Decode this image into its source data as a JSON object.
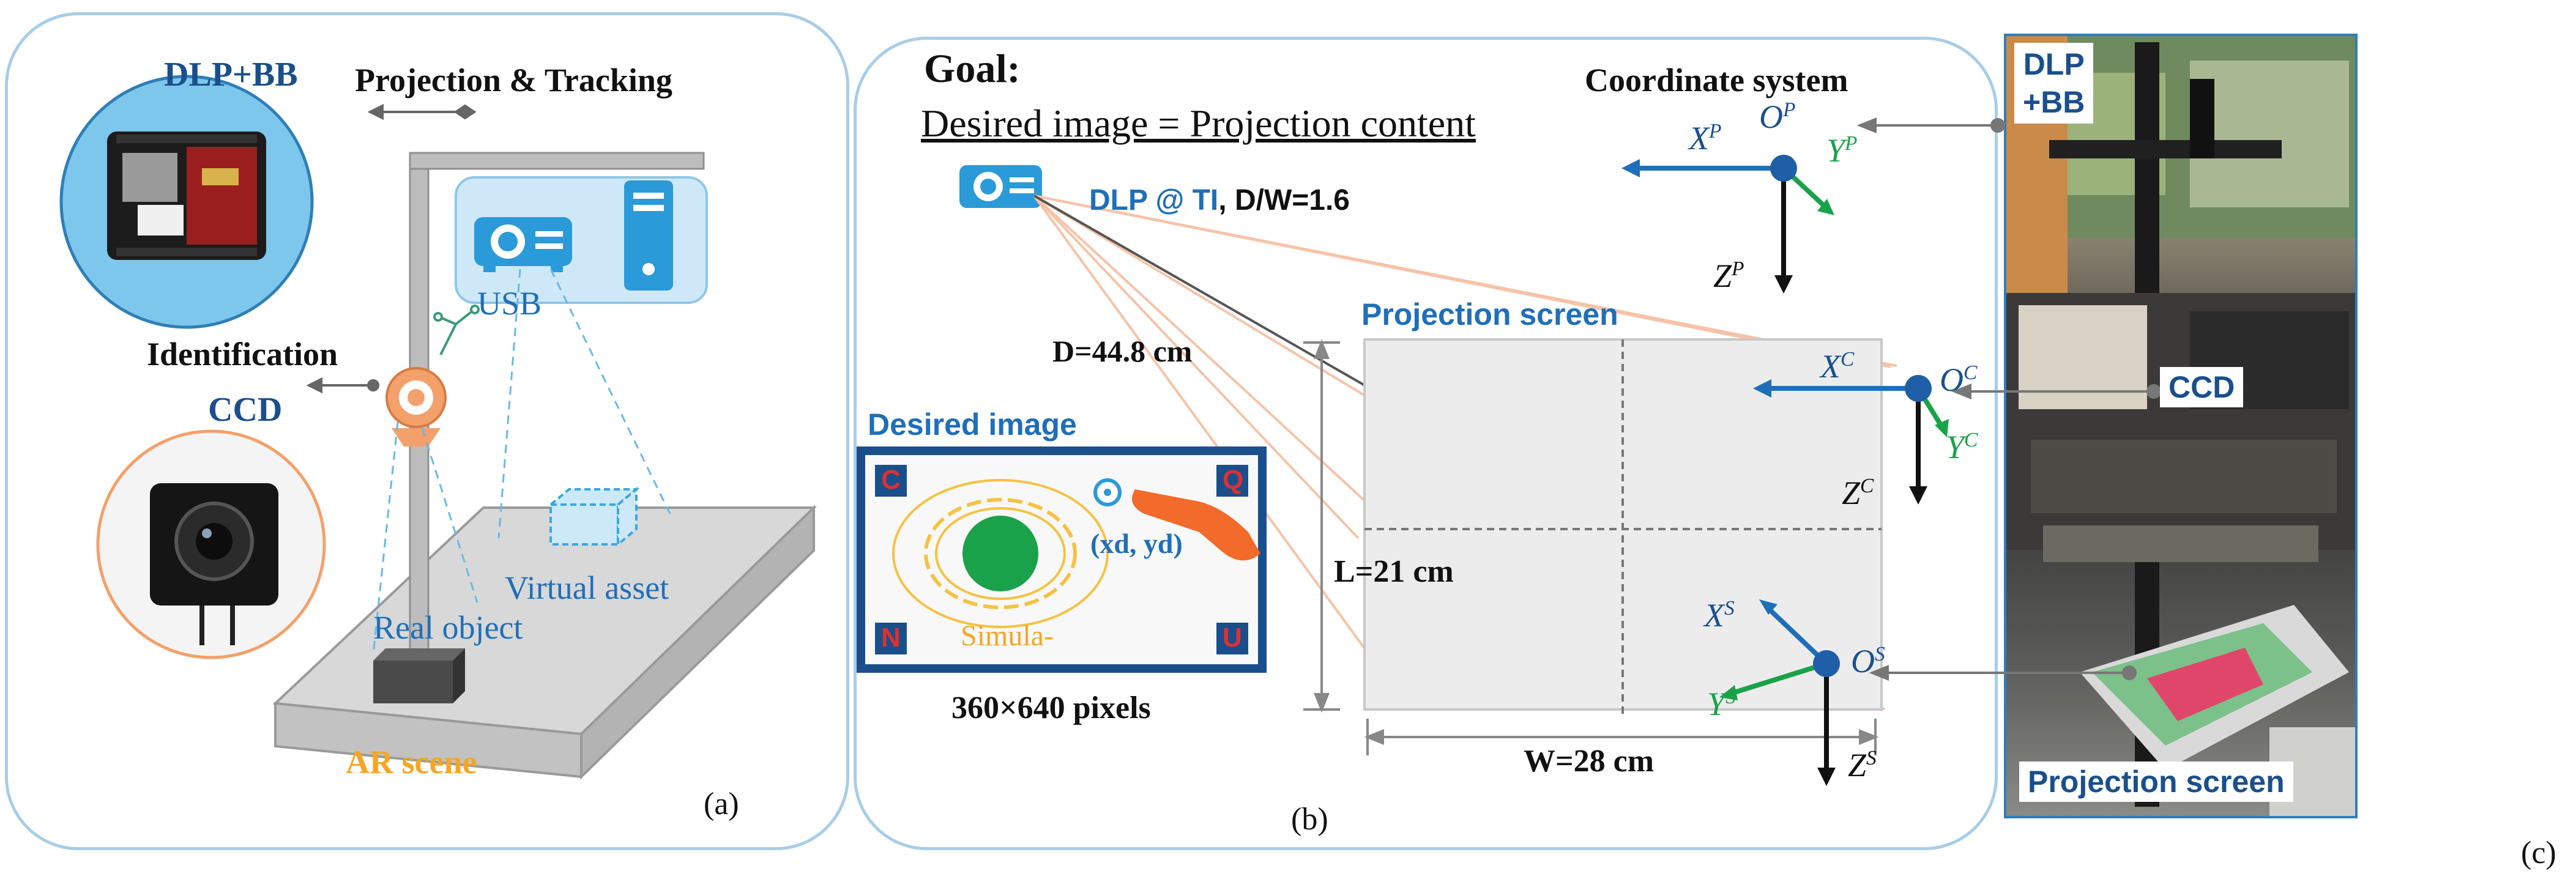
{
  "panel_a": {
    "dlp_bb": "DLP+BB",
    "projection_tracking": "Projection & Tracking",
    "usb": "USB",
    "identification": "Identification",
    "ccd": "CCD",
    "virtual_asset": "Virtual asset",
    "real_object": "Real object",
    "ar_scene": "AR scene",
    "caption": "(a)"
  },
  "panel_b": {
    "goal": "Goal:",
    "desired_eq": "Desired image = Projection content",
    "coordinate_system": "Coordinate system",
    "dlp_ti": "DLP @ TI",
    "dw_ratio": ", D/W=1.6",
    "projection_screen": "Projection screen",
    "distance": "D=44.8 cm",
    "desired_image": "Desired image",
    "corner_c": "C",
    "corner_q": "Q",
    "corner_n": "N",
    "corner_u": "U",
    "target_point": "(xd, yd)",
    "simula": "Simula-",
    "resolution": "360×640 pixels",
    "length": "L=21 cm",
    "width": "W=28 cm",
    "axes": {
      "xp": "X",
      "xp_sup": "P",
      "op": "O",
      "op_sup": "P",
      "yp": "Y",
      "yp_sup": "P",
      "zp": "Z",
      "zp_sup": "P",
      "xc": "X",
      "xc_sup": "C",
      "oc": "O",
      "oc_sup": "C",
      "yc": "Y",
      "yc_sup": "C",
      "zc": "Z",
      "zc_sup": "C",
      "xs": "X",
      "xs_sup": "S",
      "os": "O",
      "os_sup": "S",
      "ys": "Y",
      "ys_sup": "S",
      "zs": "Z",
      "zs_sup": "S"
    },
    "caption": "(b)"
  },
  "panel_c": {
    "dlp_bb": "DLP\n+BB",
    "dlp": "DLP",
    "bb": "+BB",
    "ccd": "CCD",
    "projection_screen": "Projection screen",
    "caption": "(c)"
  },
  "colors": {
    "panel_border": "#a8cde8",
    "blue_label": "#1f6fb8",
    "green_axis": "#1aa24a",
    "orange_label": "#f5a623",
    "corner_red": "#e03030",
    "projector_blue": "#2a9ad8"
  }
}
